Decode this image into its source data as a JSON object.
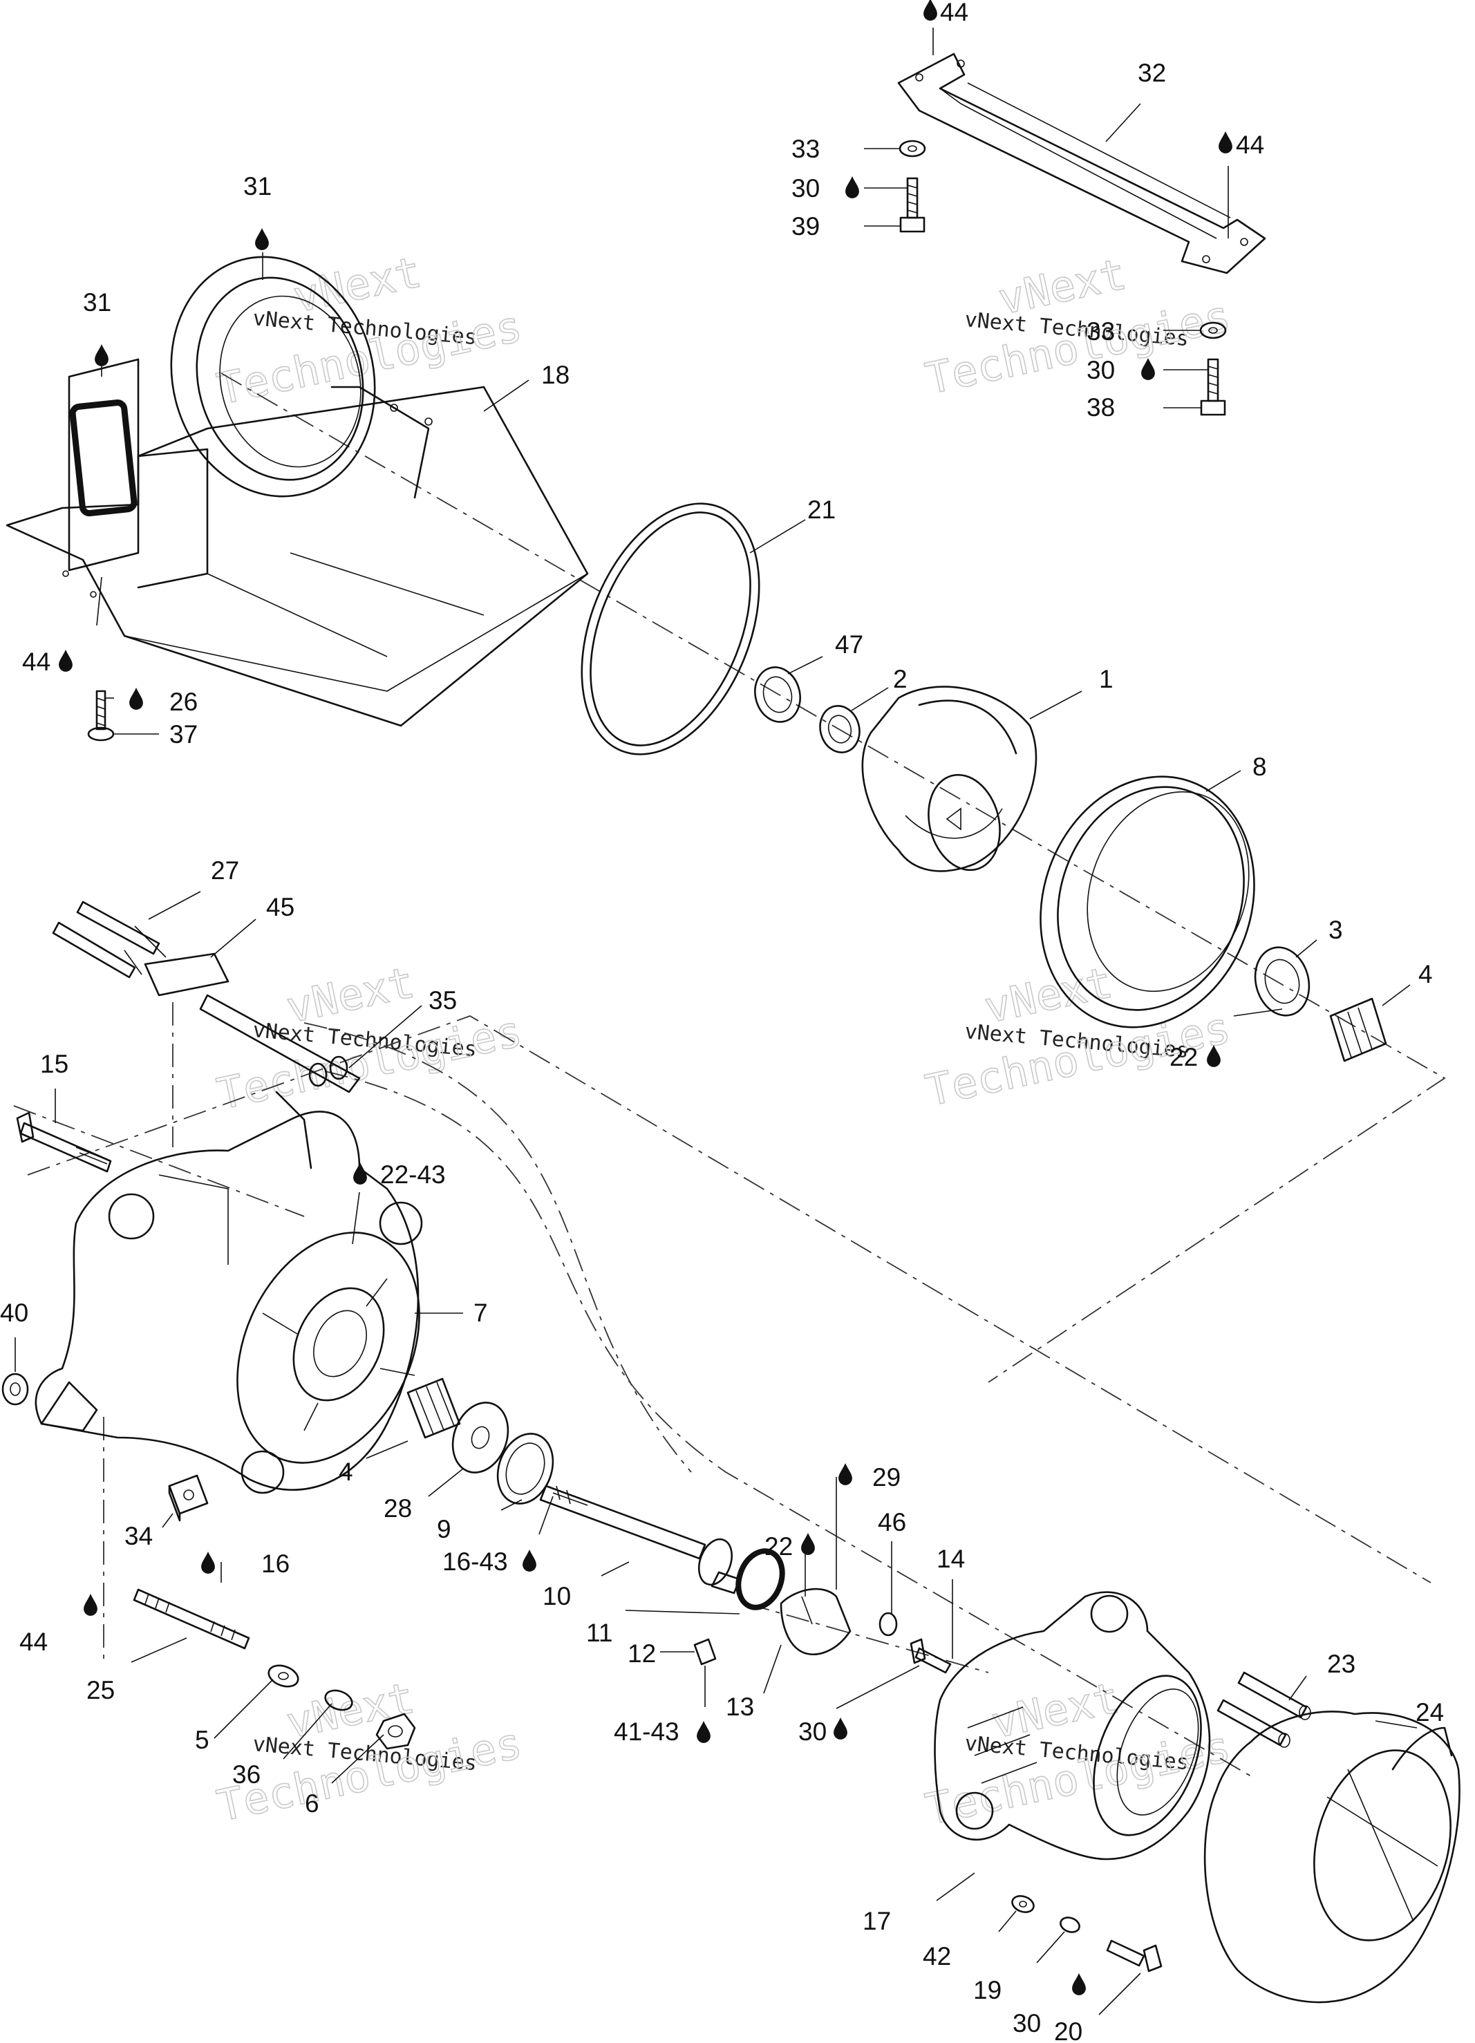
{
  "watermark": {
    "line1": "vNext",
    "line2": "vNext Technologies",
    "line3": "Technologies"
  },
  "callouts": [
    {
      "id": "c-44-top",
      "text": "44",
      "drop": true
    },
    {
      "id": "c-32",
      "text": "32"
    },
    {
      "id": "c-33-top",
      "text": "33"
    },
    {
      "id": "c-30-top",
      "text": "30",
      "drop": true
    },
    {
      "id": "c-39",
      "text": "39"
    },
    {
      "id": "c-44-right",
      "text": "44",
      "drop": true
    },
    {
      "id": "c-33-mid",
      "text": "33"
    },
    {
      "id": "c-30-mid",
      "text": "30",
      "drop": true
    },
    {
      "id": "c-38",
      "text": "38"
    },
    {
      "id": "c-31-top",
      "text": "31",
      "drop": true
    },
    {
      "id": "c-31-left",
      "text": "31",
      "drop": true
    },
    {
      "id": "c-18",
      "text": "18"
    },
    {
      "id": "c-21",
      "text": "21"
    },
    {
      "id": "c-47",
      "text": "47"
    },
    {
      "id": "c-2",
      "text": "2"
    },
    {
      "id": "c-1",
      "text": "1"
    },
    {
      "id": "c-8",
      "text": "8"
    },
    {
      "id": "c-44-left",
      "text": "44",
      "drop": true
    },
    {
      "id": "c-26",
      "text": "26",
      "drop": true
    },
    {
      "id": "c-37",
      "text": "37"
    },
    {
      "id": "c-27",
      "text": "27"
    },
    {
      "id": "c-45",
      "text": "45"
    },
    {
      "id": "c-35",
      "text": "35"
    },
    {
      "id": "c-3",
      "text": "3"
    },
    {
      "id": "c-4-right",
      "text": "4"
    },
    {
      "id": "c-22-right",
      "text": "22",
      "drop": true
    },
    {
      "id": "c-15",
      "text": "15"
    },
    {
      "id": "c-22-43",
      "text": "22-43",
      "drop": true
    },
    {
      "id": "c-7",
      "text": "7"
    },
    {
      "id": "c-40",
      "text": "40"
    },
    {
      "id": "c-4-mid",
      "text": "4"
    },
    {
      "id": "c-28",
      "text": "28"
    },
    {
      "id": "c-9",
      "text": "9"
    },
    {
      "id": "c-34",
      "text": "34"
    },
    {
      "id": "c-29",
      "text": "29",
      "drop": true
    },
    {
      "id": "c-16-43",
      "text": "16-43",
      "drop": true
    },
    {
      "id": "c-16",
      "text": "16",
      "drop": true
    },
    {
      "id": "c-22-lower",
      "text": "22",
      "drop": true
    },
    {
      "id": "c-46",
      "text": "46"
    },
    {
      "id": "c-14",
      "text": "14"
    },
    {
      "id": "c-10",
      "text": "10"
    },
    {
      "id": "c-11",
      "text": "11"
    },
    {
      "id": "c-44-lower",
      "text": "44",
      "drop": true
    },
    {
      "id": "c-12",
      "text": "12"
    },
    {
      "id": "c-13",
      "text": "13"
    },
    {
      "id": "c-23",
      "text": "23"
    },
    {
      "id": "c-25",
      "text": "25"
    },
    {
      "id": "c-30-lower",
      "text": "30",
      "drop": true
    },
    {
      "id": "c-41-43",
      "text": "41-43",
      "drop": true
    },
    {
      "id": "c-24",
      "text": "24"
    },
    {
      "id": "c-5",
      "text": "5"
    },
    {
      "id": "c-36",
      "text": "36"
    },
    {
      "id": "c-6",
      "text": "6"
    },
    {
      "id": "c-17",
      "text": "17"
    },
    {
      "id": "c-42",
      "text": "42"
    },
    {
      "id": "c-19",
      "text": "19"
    },
    {
      "id": "c-30-bottom",
      "text": "30",
      "drop": true
    },
    {
      "id": "c-20",
      "text": "20"
    }
  ]
}
